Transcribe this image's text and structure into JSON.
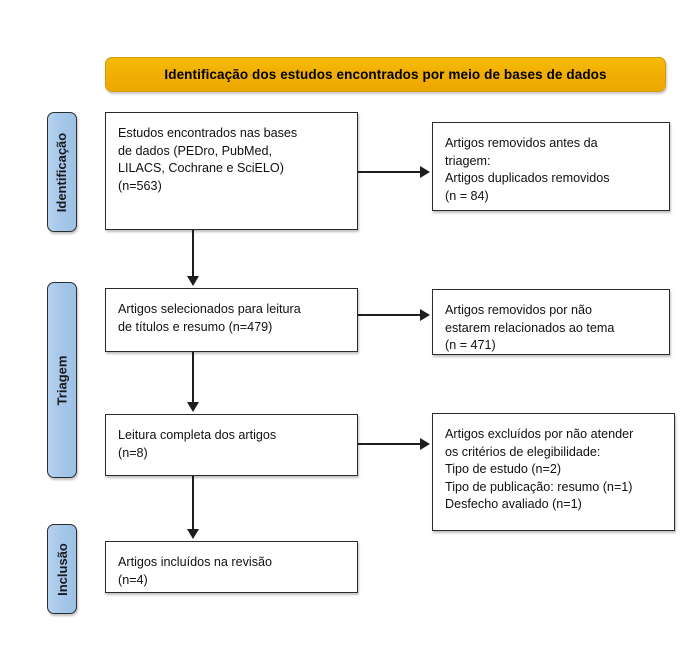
{
  "banner": {
    "title": "Identificação dos estudos encontrados por meio de bases de dados",
    "color": "#f2b705"
  },
  "stages": [
    {
      "id": "identificacao",
      "label": "Identificação",
      "color": "#a8c8ea"
    },
    {
      "id": "triagem",
      "label": "Triagem",
      "color": "#a8c8ea"
    },
    {
      "id": "inclusao",
      "label": "Inclusão",
      "color": "#a8c8ea"
    }
  ],
  "boxes": {
    "identified": {
      "lines": [
        "Estudos encontrados nas bases",
        "de dados (PEDro, PubMed,",
        "LILACS, Cochrane e SciELO)",
        "(n=563)"
      ],
      "count": 563
    },
    "removed_before_screening": {
      "lines": [
        "Artigos removidos antes da",
        "triagem:",
        "Artigos duplicados removidos",
        "(n = 84)"
      ],
      "count": 84
    },
    "screened": {
      "lines": [
        "Artigos selecionados para leitura",
        "de títulos e resumo (n=479)"
      ],
      "count": 479
    },
    "removed_not_related": {
      "lines": [
        "Artigos removidos por não",
        "estarem relacionados ao tema",
        "(n = 471)"
      ],
      "count": 471
    },
    "full_text": {
      "lines": [
        "Leitura completa dos artigos",
        "(n=8)"
      ],
      "count": 8
    },
    "excluded": {
      "lines": [
        "Artigos excluídos por não atender",
        "os critérios de elegibilidade:",
        "Tipo de estudo (n=2)",
        "Tipo de publicação: resumo (n=1)",
        "Desfecho avaliado (n=1)"
      ],
      "counts": {
        "tipo_de_estudo": 2,
        "tipo_de_publicacao": 1,
        "desfecho_avaliado": 1
      }
    },
    "included": {
      "lines": [
        "Artigos incluídos na revisão",
        "(n=4)"
      ],
      "count": 4
    }
  }
}
